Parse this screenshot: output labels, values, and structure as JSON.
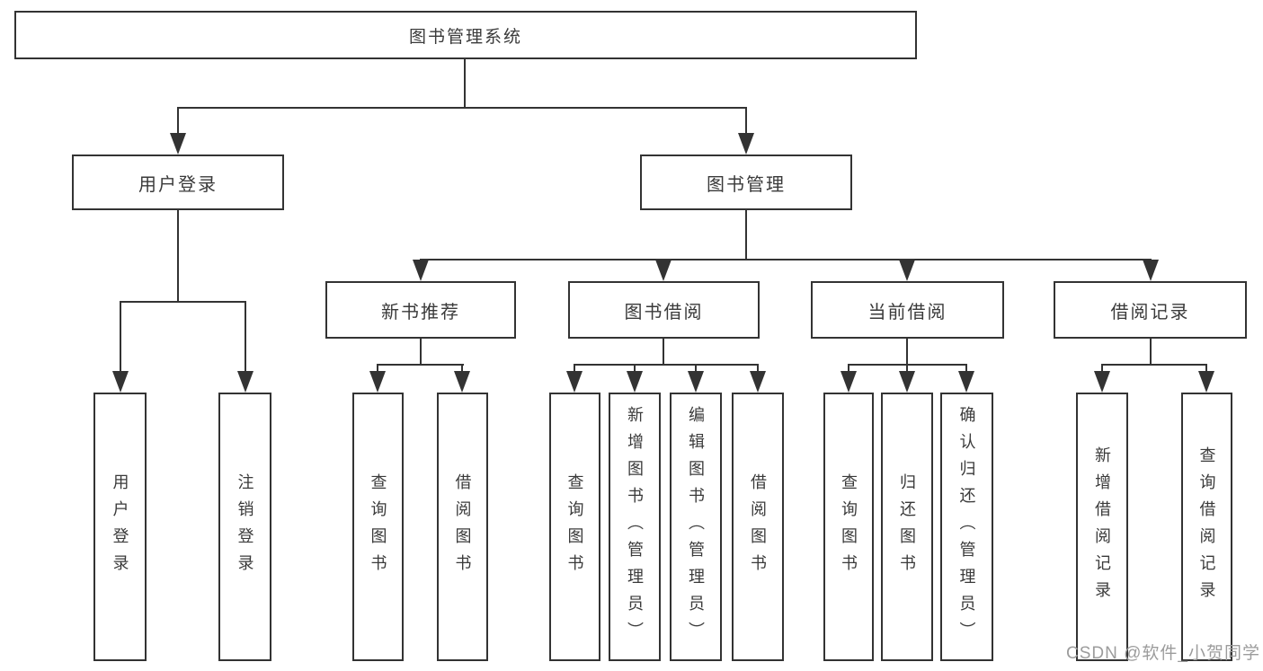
{
  "tree": {
    "label": "图书管理系统",
    "children": [
      {
        "label": "用户登录",
        "children": [
          {
            "label": "用户登录"
          },
          {
            "label": "注销登录"
          }
        ]
      },
      {
        "label": "图书管理",
        "children": [
          {
            "label": "新书推荐",
            "children": [
              {
                "label": "查询图书"
              },
              {
                "label": "借阅图书"
              }
            ]
          },
          {
            "label": "图书借阅",
            "children": [
              {
                "label": "查询图书"
              },
              {
                "label": "新增图书（管理员）"
              },
              {
                "label": "编辑图书（管理员）"
              },
              {
                "label": "借阅图书"
              }
            ]
          },
          {
            "label": "当前借阅",
            "children": [
              {
                "label": "查询图书"
              },
              {
                "label": "归还图书"
              },
              {
                "label": "确认归还（管理员）"
              }
            ]
          },
          {
            "label": "借阅记录",
            "children": [
              {
                "label": "新增借阅记录"
              },
              {
                "label": "查询借阅记录"
              }
            ]
          }
        ]
      }
    ]
  },
  "watermark": {
    "text": "CSDN @软件_小贺同学"
  },
  "colors": {
    "line": "#333333",
    "text": "#3a3a3a",
    "watermark": "#9c9c9c",
    "background": "#ffffff"
  }
}
